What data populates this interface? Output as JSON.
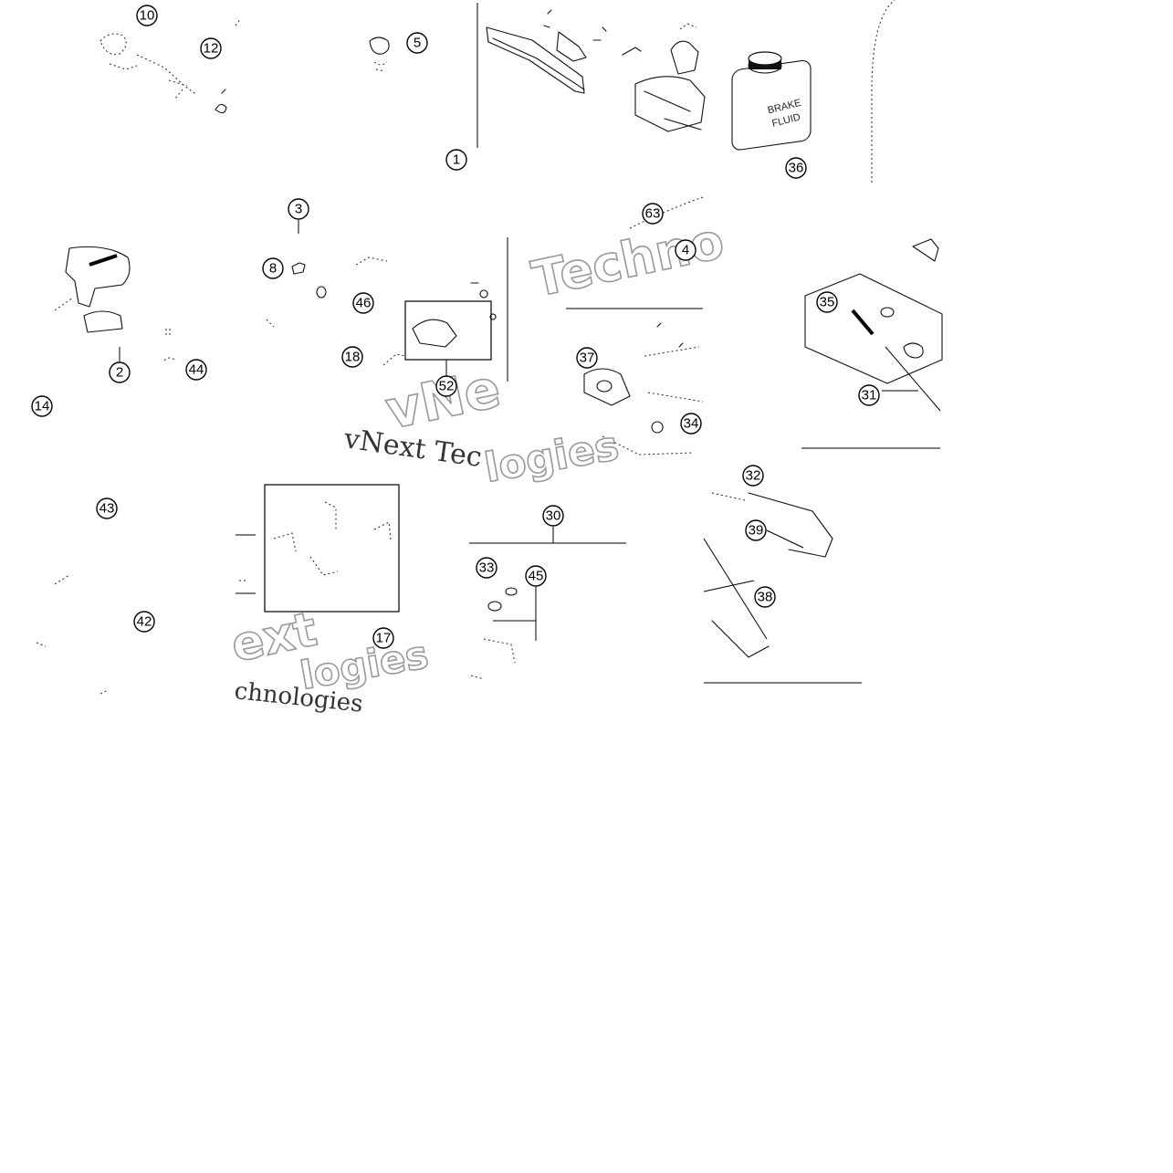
{
  "callouts": {
    "c10": "10",
    "c12": "12",
    "c5": "5",
    "c1": "1",
    "c36": "36",
    "c3": "3",
    "c63": "63",
    "c8": "8",
    "c46": "46",
    "c4": "4",
    "c35": "35",
    "c2": "2",
    "c44": "44",
    "c14": "14",
    "c18": "18",
    "c52": "52",
    "c37": "37",
    "c31": "31",
    "c34": "34",
    "c43": "43",
    "c32": "32",
    "c30": "30",
    "c39": "39",
    "c33": "33",
    "c45": "45",
    "c42": "42",
    "c38": "38",
    "c17": "17"
  },
  "labels": {
    "fluid_line1": "BRAKE",
    "fluid_line2": "FLUID"
  },
  "watermarks": {
    "w1": "Techno",
    "w2": "vNe",
    "w3": "vNext Tec",
    "w4": "logies",
    "w5": "ext",
    "w6": "logies",
    "w7": "chnologies"
  }
}
